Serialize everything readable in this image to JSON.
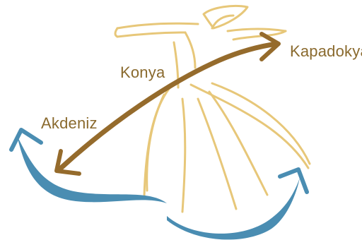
{
  "labels": {
    "konya": "Konya",
    "kapadokya": "Kapadokya",
    "akdeniz": "Akdeniz"
  },
  "colors": {
    "label_text": "#8a6a2e",
    "brown_arrow": "#956b2c",
    "blue_arrow": "#4a8db2",
    "figure_outline": "#e7c779"
  },
  "icons": {
    "figure": "whirling-dervish-outline",
    "route_arrow": "double-headed-arrow",
    "flow_arrow": "curved-arrow"
  }
}
